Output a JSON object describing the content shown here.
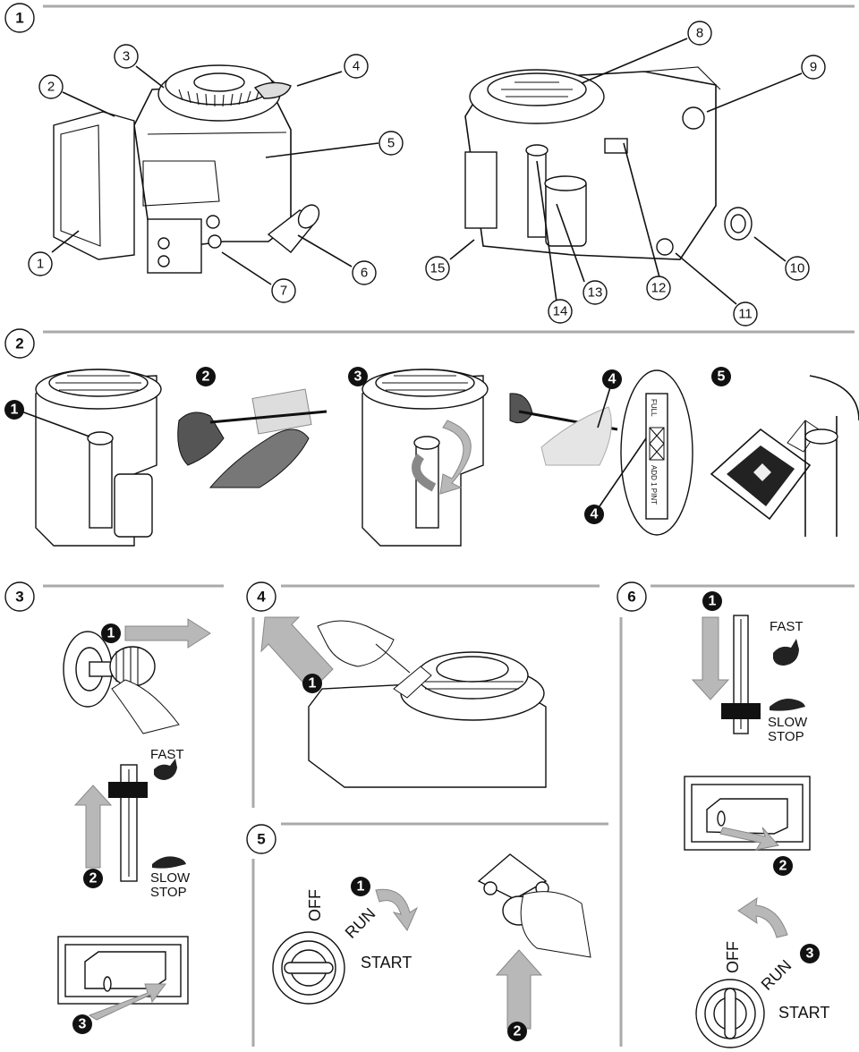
{
  "sections": [
    {
      "label": "1"
    },
    {
      "label": "2"
    },
    {
      "label": "3"
    },
    {
      "label": "4"
    },
    {
      "label": "5"
    },
    {
      "label": "6"
    }
  ],
  "part_callouts": [
    "1",
    "2",
    "3",
    "4",
    "5",
    "6",
    "7",
    "8",
    "9",
    "10",
    "11",
    "12",
    "13",
    "14",
    "15"
  ],
  "step_bullets": {
    "s2": [
      "1",
      "2",
      "3",
      "4",
      "4",
      "5"
    ],
    "s3": [
      "1",
      "2",
      "3"
    ],
    "s4": [
      "1"
    ],
    "s5": [
      "1",
      "2"
    ],
    "s6": [
      "1",
      "2",
      "3"
    ]
  },
  "dipstick": {
    "full": "FULL",
    "add": "ADD 1 PINT"
  },
  "throttle": {
    "fast": "FAST",
    "slow": "SLOW",
    "stop": "STOP"
  },
  "key_switch": {
    "off": "OFF",
    "run": "RUN",
    "start": "START"
  },
  "icons": [
    "rabbit-icon",
    "turtle-icon",
    "arrow-icon",
    "key-switch-icon",
    "oil-bottle-icon"
  ]
}
